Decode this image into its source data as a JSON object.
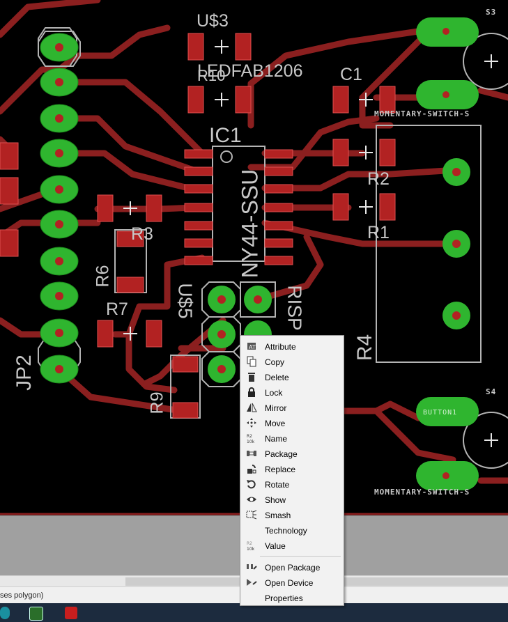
{
  "board": {
    "labels": {
      "u3": "U$3",
      "ledfab": "LEDFAB1206",
      "r10": "R10",
      "c1": "C1",
      "ic1": "IC1",
      "attiny": "NY44-SSU",
      "r2": "R2",
      "r1": "R1",
      "r3": "R3",
      "r6": "R6",
      "r7": "R7",
      "r9": "R9",
      "r4": "R4",
      "jp2": "JP2",
      "s3": "S3",
      "s4": "S4",
      "switch_top": "MOMENTARY-SWITCH-S",
      "switch_bottom": "MOMENTARY-SWITCH-S",
      "button1": "BUTTON1",
      "isp_left": "U$5",
      "isp_right": "RISP"
    },
    "colors": {
      "background": "#000000",
      "trace": "#8b1f1f",
      "pad": "#b22222",
      "through_pad": "#2fb52f",
      "outline": "#b4b4b4"
    }
  },
  "status": {
    "text": "ses polygon)"
  },
  "context_menu": {
    "items": [
      {
        "label": "Attribute",
        "icon": "attribute-icon"
      },
      {
        "label": "Copy",
        "icon": "copy-icon"
      },
      {
        "label": "Delete",
        "icon": "trash-icon"
      },
      {
        "label": "Lock",
        "icon": "lock-icon"
      },
      {
        "label": "Mirror",
        "icon": "mirror-icon"
      },
      {
        "label": "Move",
        "icon": "move-icon"
      },
      {
        "label": "Name",
        "icon": "name-icon"
      },
      {
        "label": "Package",
        "icon": "package-icon"
      },
      {
        "label": "Replace",
        "icon": "replace-icon"
      },
      {
        "label": "Rotate",
        "icon": "rotate-icon"
      },
      {
        "label": "Show",
        "icon": "eye-icon"
      },
      {
        "label": "Smash",
        "icon": "smash-icon"
      },
      {
        "label": "Technology",
        "icon": ""
      },
      {
        "label": "Value",
        "icon": "value-icon"
      }
    ],
    "extra_items": [
      {
        "label": "Open Package",
        "icon": "open-package-icon"
      },
      {
        "label": "Open Device",
        "icon": "open-device-icon"
      },
      {
        "label": "Properties",
        "icon": ""
      }
    ],
    "icon_text": {
      "name_top": "R2",
      "name_bottom": "10k",
      "value_top": "R2",
      "value_bottom": "10k"
    }
  },
  "taskbar": {
    "icons": [
      "arduino-icon",
      "spreadsheet-icon",
      "pdf-icon"
    ]
  }
}
